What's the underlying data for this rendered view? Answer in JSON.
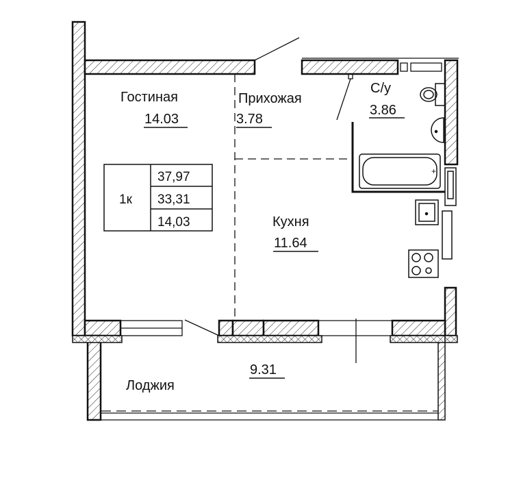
{
  "rooms": {
    "living": {
      "name": "Гостиная",
      "area": "14.03"
    },
    "hall": {
      "name": "Прихожая",
      "area": "3.78"
    },
    "bathroom": {
      "name": "С/у",
      "area": "3.86"
    },
    "kitchen": {
      "name": "Кухня",
      "area": "11.64"
    },
    "loggia": {
      "name": "Лоджия",
      "area": "9.31"
    }
  },
  "summary": {
    "type": "1к",
    "total_area": "37,97",
    "living_total": "33,31",
    "living_area": "14,03"
  }
}
